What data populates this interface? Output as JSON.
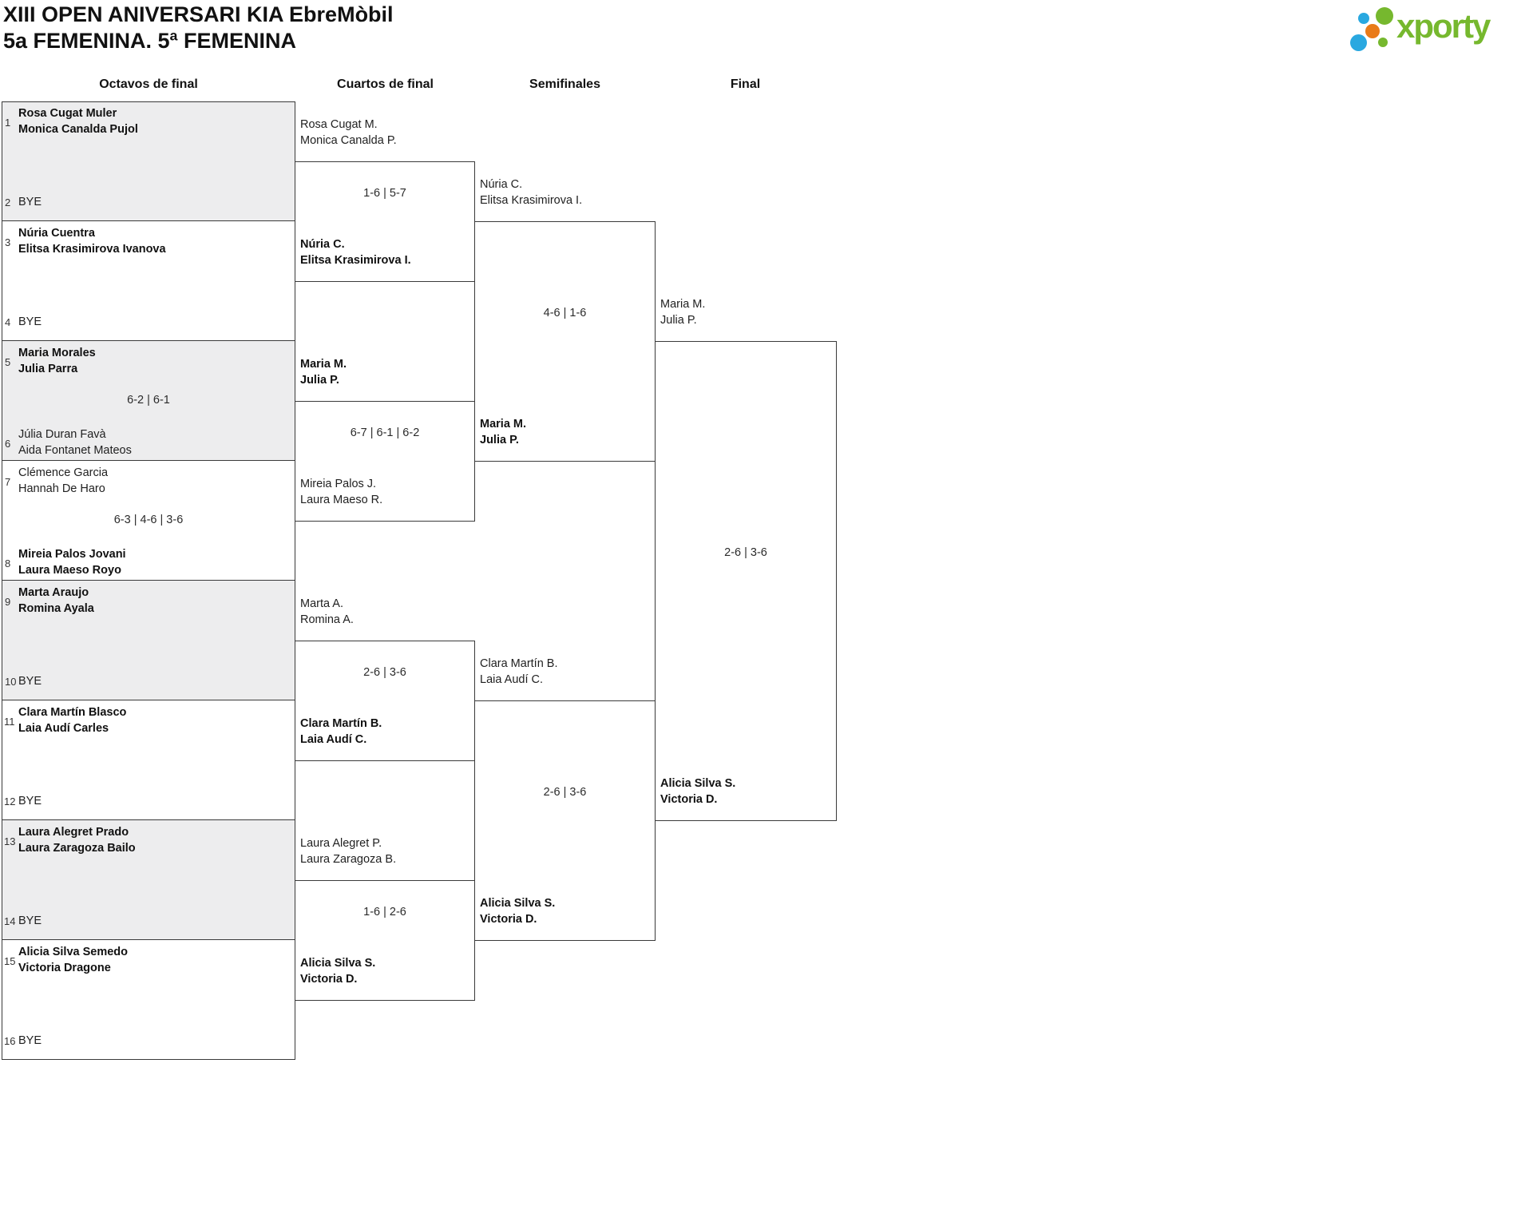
{
  "header": {
    "title_line1": "XIII OPEN ANIVERSARI KIA EbreMòbil",
    "title_line2": "5a FEMENINA. 5ª FEMENINA",
    "logo_text": "xporty",
    "logo_green": "#76b82e",
    "logo_blue": "#29a8e0",
    "logo_orange": "#e97b18"
  },
  "rounds": {
    "octavos": "Octavos de final",
    "cuartos": "Cuartos de final",
    "semifinales": "Semifinales",
    "final": "Final"
  },
  "bracket": {
    "round_of_16": [
      {
        "seed1": "1",
        "team1": "Rosa Cugat Muler\nMonica Canalda Pujol",
        "score": "",
        "seed2": "2",
        "team2": "BYE"
      },
      {
        "seed1": "3",
        "team1": "Núria Cuentra\nElitsa Krasimirova Ivanova",
        "score": "",
        "seed2": "4",
        "team2": "BYE"
      },
      {
        "seed1": "5",
        "team1": "Maria Morales\nJulia Parra",
        "score": "6-2 | 6-1",
        "seed2": "6",
        "team2": "Júlia Duran Favà\nAida Fontanet Mateos"
      },
      {
        "seed1": "7",
        "team1": "Clémence Garcia\nHannah De Haro",
        "score": "6-3 | 4-6 | 3-6",
        "seed2": "8",
        "team2": "Mireia Palos Jovani\nLaura Maeso Royo"
      },
      {
        "seed1": "9",
        "team1": "Marta Araujo\nRomina Ayala",
        "score": "",
        "seed2": "10",
        "team2": "BYE"
      },
      {
        "seed1": "11",
        "team1": "Clara Martín Blasco\nLaia Audí Carles",
        "score": "",
        "seed2": "12",
        "team2": "BYE"
      },
      {
        "seed1": "13",
        "team1": "Laura Alegret Prado\nLaura Zaragoza Bailo",
        "score": "",
        "seed2": "14",
        "team2": "BYE"
      },
      {
        "seed1": "15",
        "team1": "Alicia Silva Semedo\nVictoria Dragone",
        "score": "",
        "seed2": "16",
        "team2": "BYE"
      }
    ],
    "quarterfinals": [
      {
        "team1": "Rosa Cugat M.\nMonica Canalda P.",
        "score": "1-6 | 5-7",
        "team2": "Núria C.\nElitsa Krasimirova I."
      },
      {
        "team1": "Maria M.\nJulia P.",
        "score": "6-7 | 6-1 | 6-2",
        "team2": "Mireia Palos J.\nLaura Maeso R."
      },
      {
        "team1": "Marta A.\nRomina A.",
        "score": "2-6 | 3-6",
        "team2": "Clara Martín B.\nLaia Audí C."
      },
      {
        "team1": "Laura Alegret P.\nLaura Zaragoza B.",
        "score": "1-6 | 2-6",
        "team2": "Alicia Silva S.\nVictoria D."
      }
    ],
    "semifinals": [
      {
        "team1": "Núria C.\nElitsa Krasimirova I.",
        "score": "4-6 | 1-6",
        "team2": "Maria M.\nJulia P."
      },
      {
        "team1": "Clara Martín B.\nLaia Audí C.",
        "score": "2-6 | 3-6",
        "team2": "Alicia Silva S.\nVictoria D."
      }
    ],
    "final": {
      "team1": "Maria M.\nJulia P.",
      "score": "2-6 | 3-6",
      "team2": "Alicia Silva S.\nVictoria D."
    }
  }
}
